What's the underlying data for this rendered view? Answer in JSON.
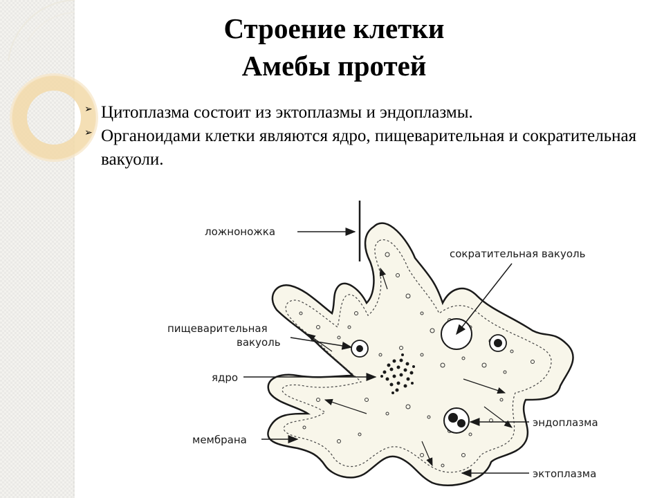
{
  "title": {
    "line1": "Строение клетки",
    "line2": "Амебы протей"
  },
  "bullets": [
    "Цитоплазма состоит из эктоплазмы и эндоплазмы.",
    "Органоидами клетки являются ядро, пищеварительная и сократительная вакуоли."
  ],
  "diagram": {
    "labels": {
      "pseudopod": "ложноножка",
      "contractile_vacuole": "сократительная вакуоль",
      "digestive_vacuole_1": "пищеварительная",
      "digestive_vacuole_2": "вакуоль",
      "nucleus": "ядро",
      "endoplasm": "эндоплазма",
      "membrane": "мембрана",
      "ectoplasm": "эктоплазма"
    }
  },
  "colors": {
    "cell_fill": "#f8f6ea",
    "outline": "#1a1a1a",
    "accent_ring": "#f2d9a8"
  }
}
